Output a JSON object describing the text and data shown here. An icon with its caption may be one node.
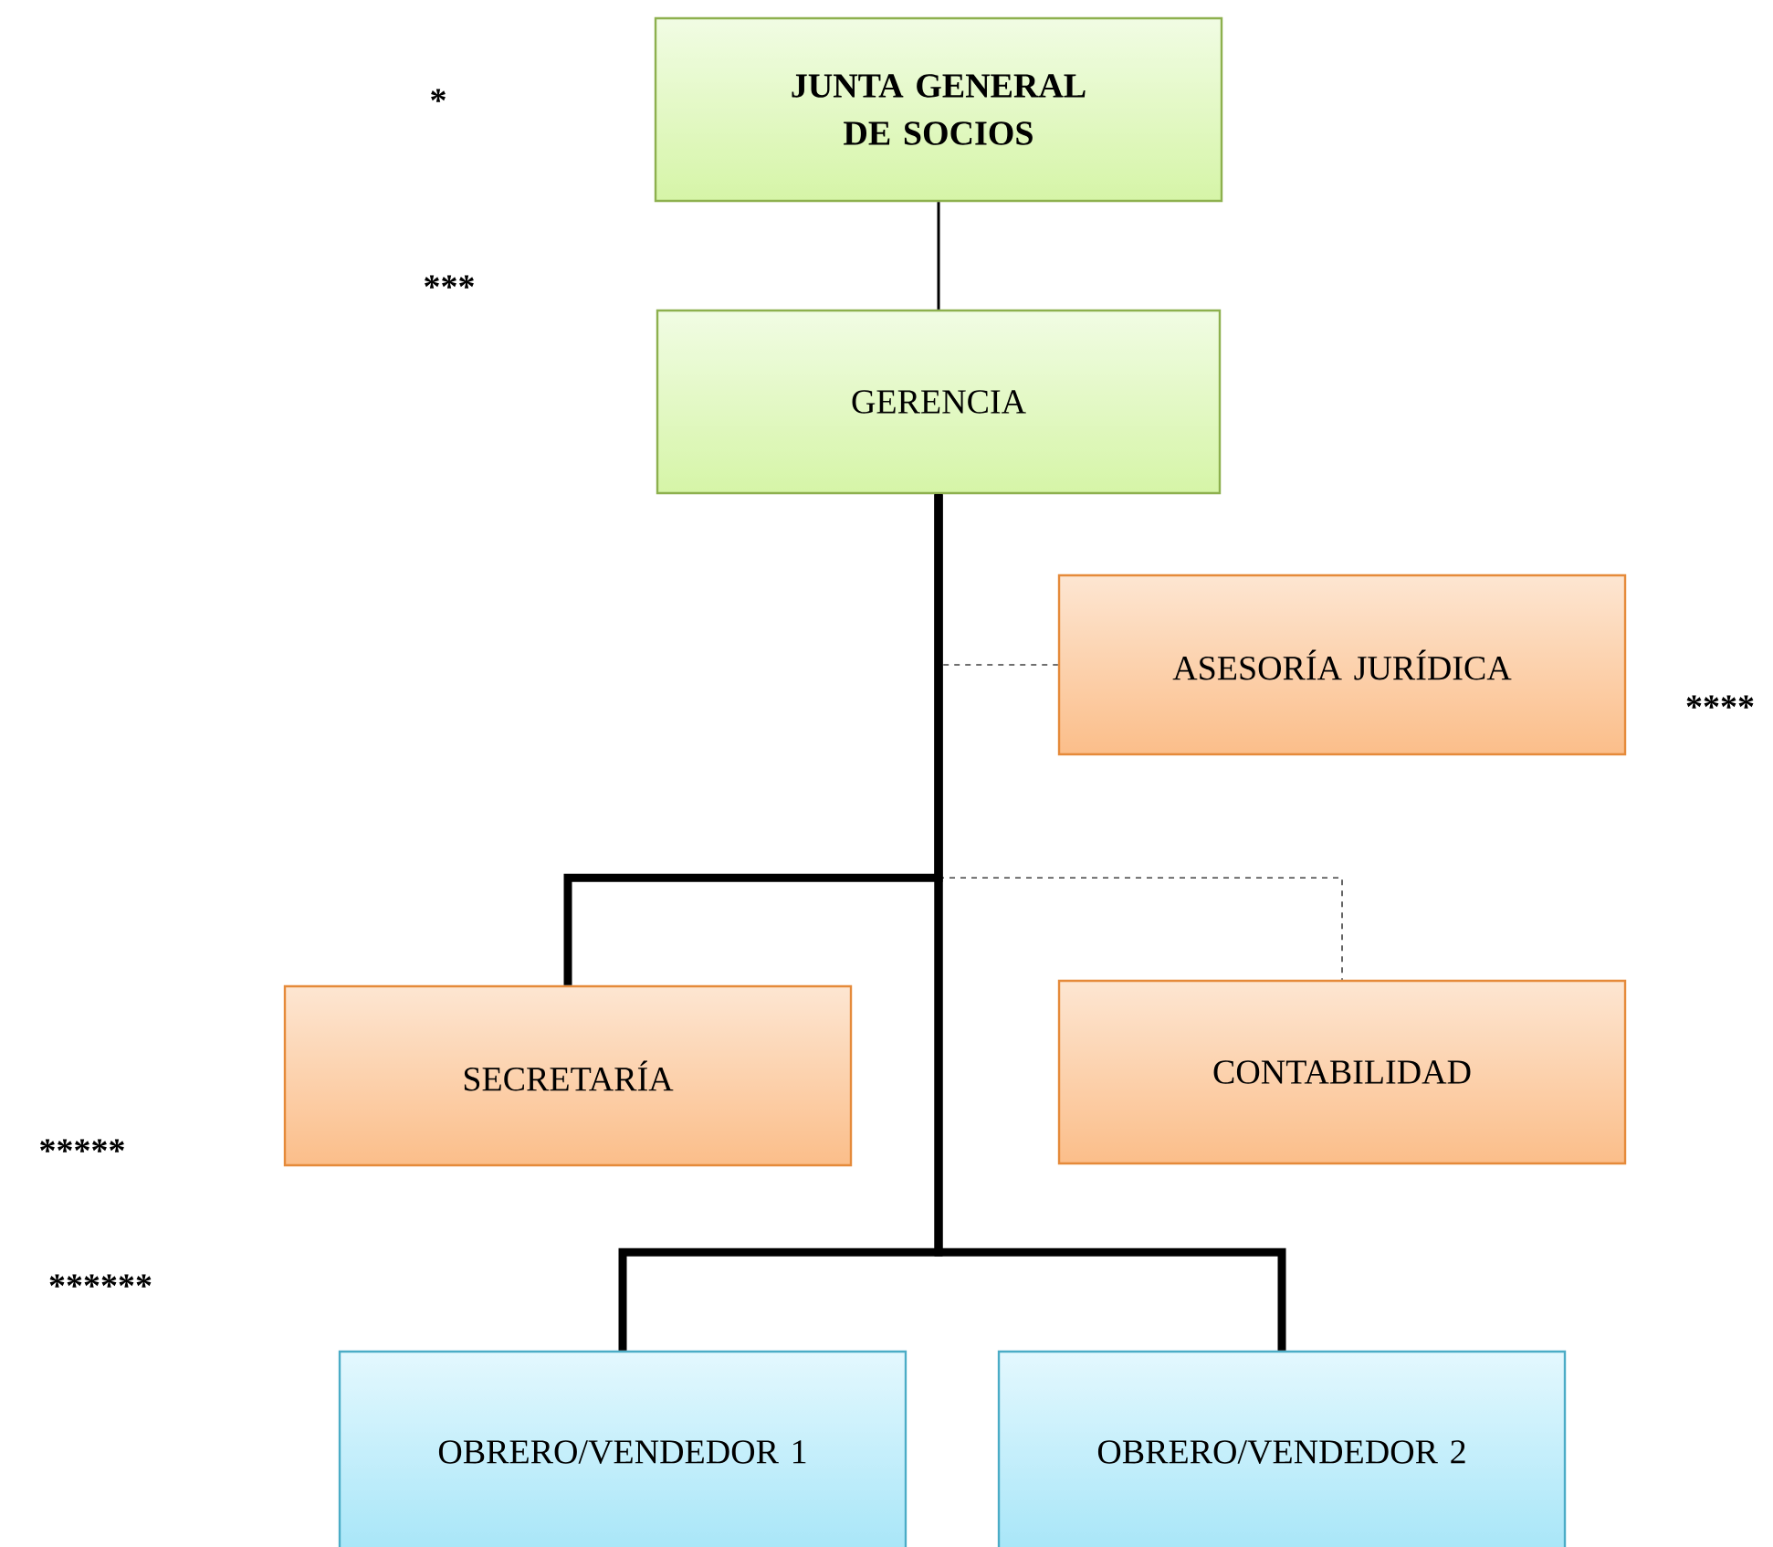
{
  "diagram": {
    "nodes": [
      {
        "text": [
          "JUNTA GENERAL DE SOCIOS"
        ]
      },
      {
        "text": [
          "GERENCIA"
        ]
      },
      {
        "text": [
          "ASESORÍA JURÍDICA"
        ]
      },
      {
        "text": [
          "SECRETARÍA"
        ]
      },
      {
        "text": [
          "CONTABILIDAD"
        ]
      },
      {
        "text": [
          "OBRERO/VENDEDOR 1"
        ]
      },
      {
        "text": [
          "OBRERO/VENDEDOR 2"
        ]
      }
    ],
    "edges": [
      {
        "from": 0,
        "to": 1,
        "arrow": "none"
      },
      {
        "from": 1,
        "to": 2,
        "arrow": "none",
        "style": "dashed"
      },
      {
        "from": 1,
        "to": 3,
        "arrow": "none",
        "style": "thick"
      },
      {
        "from": 1,
        "to": 4,
        "arrow": "none",
        "style": "dashed"
      },
      {
        "from": 1,
        "to": 5,
        "arrow": "none",
        "style": "thick"
      },
      {
        "from": 1,
        "to": 6,
        "arrow": "none",
        "style": "thick"
      }
    ],
    "labels": [
      "*",
      "***",
      "****",
      "*****",
      "******"
    ]
  }
}
